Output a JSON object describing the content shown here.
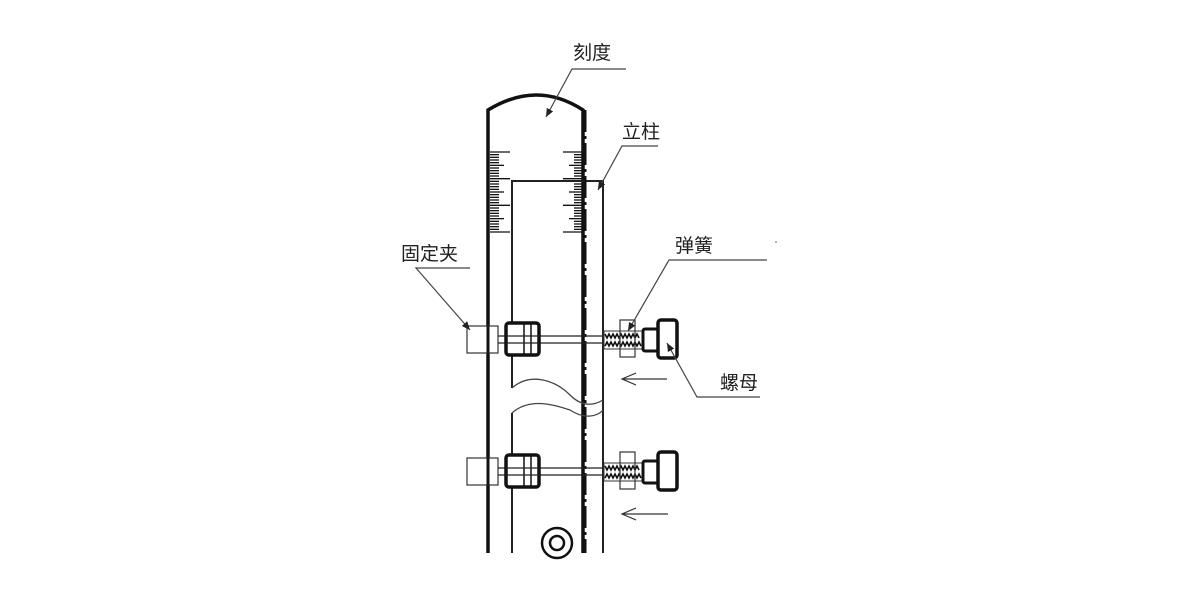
{
  "labels": {
    "scale": "刻度",
    "column": "立柱",
    "fixed_clip": "固定夹",
    "spring": "弹簧",
    "nut": "螺母"
  },
  "colors": {
    "line": "#1a1a1a",
    "background": "#ffffff"
  }
}
